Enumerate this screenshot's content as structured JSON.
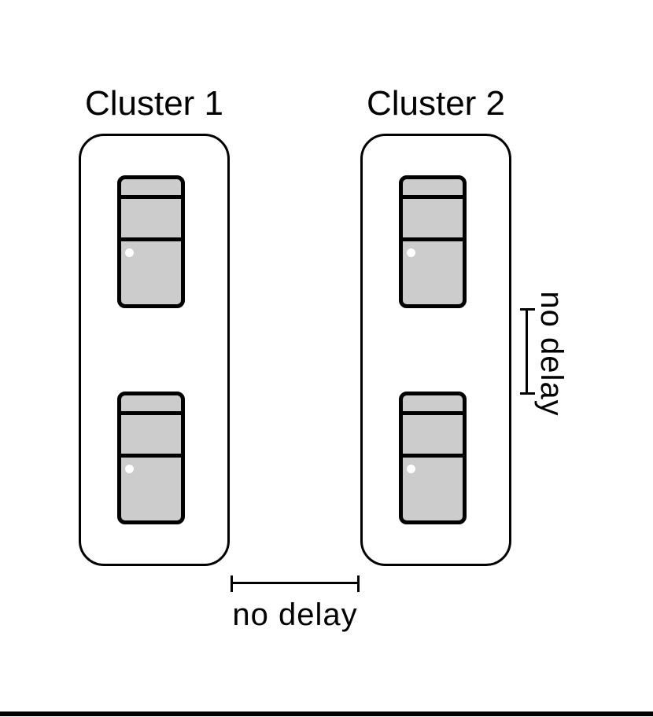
{
  "diagram": {
    "clusters": [
      {
        "label": "Cluster 1",
        "server_count": 2
      },
      {
        "label": "Cluster 2",
        "server_count": 2
      }
    ],
    "inter_cluster_annotation": {
      "label": "no delay",
      "orientation": "horizontal"
    },
    "intra_cluster_annotation": {
      "label": "no delay",
      "orientation": "vertical"
    },
    "icons": {
      "server": "server-tower-icon",
      "led": "led-dot"
    },
    "colors": {
      "outline": "#000000",
      "server_fill": "#cccccc",
      "led": "#ffffff",
      "background": "#ffffff"
    }
  }
}
